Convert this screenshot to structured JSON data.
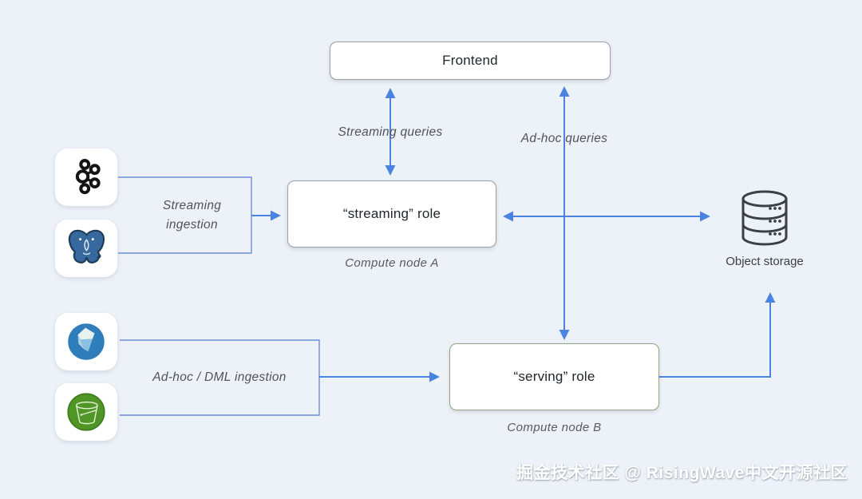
{
  "diagram": {
    "frontend": {
      "label": "Frontend"
    },
    "streaming_role": {
      "label": "“streaming” role",
      "caption": "Compute node A"
    },
    "serving_role": {
      "label": "“serving” role",
      "caption": "Compute node B"
    },
    "object_storage": {
      "label": "Object storage",
      "icon": "database-icon"
    },
    "edge_labels": {
      "streaming_queries": "Streaming queries",
      "adhoc_queries": "Ad-hoc queries",
      "streaming_ingestion": "Streaming ingestion",
      "adhoc_dml_ingestion": "Ad-hoc / DML ingestion"
    },
    "sources": [
      {
        "icon": "kafka-icon"
      },
      {
        "icon": "postgresql-icon"
      },
      {
        "icon": "iceberg-icon"
      },
      {
        "icon": "bucket-icon"
      }
    ]
  },
  "watermark": "掘金技术社区 @ RisingWave中文开源社区",
  "colors": {
    "background": "#edf2f8",
    "arrow_blue": "#4b83e3",
    "bracket_blue": "#6d8fd4",
    "node_border_gray": "#9aa0a6",
    "serving_border_green": "#97a687",
    "text_dark": "#22262b",
    "text_muted": "#555b63"
  }
}
